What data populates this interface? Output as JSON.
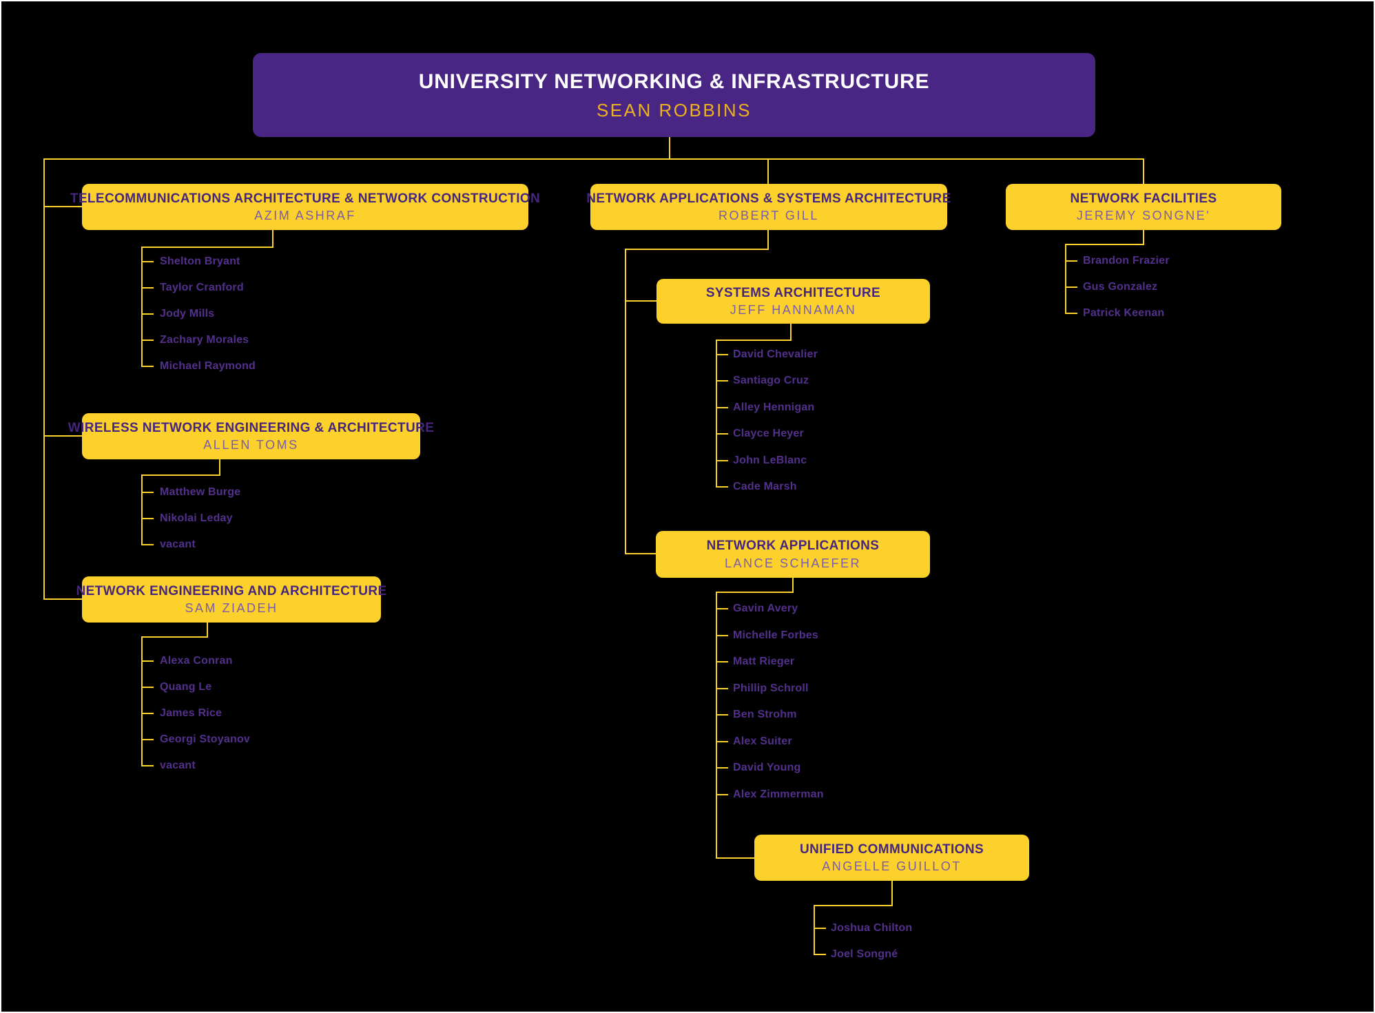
{
  "chart": {
    "root": {
      "title": "UNIVERSITY NETWORKING & INFRASTRUCTURE",
      "lead": "SEAN ROBBINS"
    },
    "telecom": {
      "title": "TELECOMMUNICATIONS ARCHITECTURE & NETWORK CONSTRUCTION",
      "lead": "AZIM ASHRAF",
      "members": [
        "Shelton Bryant",
        "Taylor Cranford",
        "Jody Mills",
        "Zachary Morales",
        "Michael Raymond"
      ]
    },
    "wireless": {
      "title": "WIRELESS NETWORK ENGINEERING & ARCHITECTURE",
      "lead": "ALLEN TOMS",
      "members": [
        "Matthew Burge",
        "Nikolai Leday",
        "vacant"
      ]
    },
    "neteng": {
      "title": "NETWORK ENGINEERING AND ARCHITECTURE",
      "lead": "SAM ZIADEH",
      "members": [
        "Alexa Conran",
        "Quang Le",
        "James Rice",
        "Georgi Stoyanov",
        "vacant"
      ]
    },
    "netappsys": {
      "title": "NETWORK APPLICATIONS & SYSTEMS ARCHITECTURE",
      "lead": "ROBERT GILL"
    },
    "sysarch": {
      "title": "SYSTEMS ARCHITECTURE",
      "lead": "JEFF HANNAMAN",
      "members": [
        "David Chevalier",
        "Santiago Cruz",
        "Alley Hennigan",
        "Clayce Heyer",
        "John LeBlanc",
        "Cade Marsh"
      ]
    },
    "netapps": {
      "title": "NETWORK APPLICATIONS",
      "lead": "LANCE SCHAEFER",
      "members": [
        "Gavin Avery",
        "Michelle Forbes",
        "Matt Rieger",
        "Phillip Schroll",
        "Ben Strohm",
        "Alex Suiter",
        "David Young",
        "Alex Zimmerman"
      ]
    },
    "unified": {
      "title": "UNIFIED COMMUNICATIONS",
      "lead": "ANGELLE GUILLOT",
      "members": [
        "Joshua Chilton",
        "Joel Songné"
      ]
    },
    "facilities": {
      "title": "NETWORK FACILITIES",
      "lead": "JEREMY SONGNE'",
      "members": [
        "Brandon Frazier",
        "Gus Gonzalez",
        "Patrick Keenan"
      ]
    }
  },
  "colors": {
    "background": "#000000",
    "root_box": "#4A2684",
    "dept_box": "#FCD12B",
    "connector": "#FCD12B",
    "title_on_yellow": "#46267D",
    "lead_on_yellow": "#7A5CA8",
    "root_title": "#FFFFFF",
    "root_lead": "#EDB21F",
    "member_text": "#54308D"
  }
}
